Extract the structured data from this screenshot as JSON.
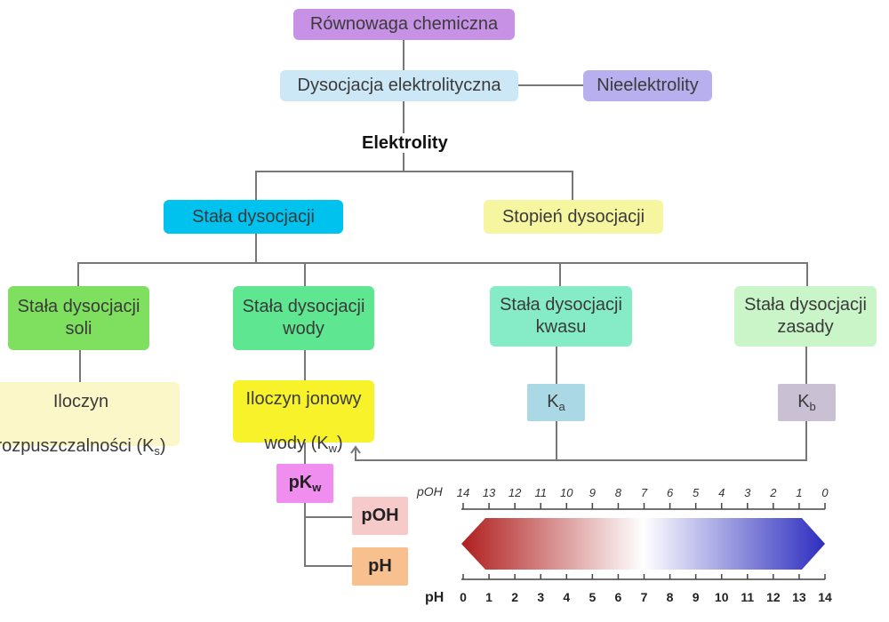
{
  "nodes": {
    "rownowaga": {
      "label": "Równowaga chemiczna",
      "color": "#c792e6"
    },
    "dysocjacja": {
      "label": "Dysocjacja elektrolityczna",
      "color": "#cce8f7"
    },
    "nieelektrolity": {
      "label": "Nieelektrolity",
      "color": "#b8b0ee"
    },
    "elektrolity": {
      "label": "Elektrolity"
    },
    "stala_dysocjacji": {
      "label": "Stała dysocjacji",
      "color": "#00c2ee"
    },
    "stopien_dysocjacji": {
      "label": "Stopień dysocjacji",
      "color": "#f6f5a0"
    },
    "stala_soli": {
      "label": "Stała dysocjacji\nsoli",
      "color": "#7fe060"
    },
    "stala_wody": {
      "label": "Stała dysocjacji\nwody",
      "color": "#5fe690"
    },
    "stala_kwasu": {
      "label": "Stała dysocjacji\nkwasu",
      "color": "#86ecc8"
    },
    "stala_zasady": {
      "label": "Stała dysocjacji\nzasady",
      "color": "#c9f5c9"
    },
    "iloczyn_rozp": {
      "label_line1": "Iloczyn",
      "label_line2": "rozpuszczalności (K",
      "sub": "s",
      "tail": ")",
      "color": "#fbf7c8"
    },
    "iloczyn_jonowy": {
      "label_line1": "Iloczyn jonowy",
      "label_line2": "wody (K",
      "sub": "w",
      "tail": ")",
      "color": "#f7f22a"
    },
    "ka": {
      "main": "K",
      "sub": "a",
      "color": "#aad8e4"
    },
    "kb": {
      "main": "K",
      "sub": "b",
      "color": "#c9c0d4"
    },
    "pkw": {
      "main": "pK",
      "sub": "w",
      "color": "#f08ef0"
    },
    "poh": {
      "label": "pOH",
      "color": "#f7caca"
    },
    "ph": {
      "label": "pH",
      "color": "#f8c08e"
    }
  },
  "scale": {
    "poh_label": "pOH",
    "ph_label": "pH",
    "poh_ticks": [
      "14",
      "13",
      "12",
      "11",
      "10",
      "9",
      "8",
      "7",
      "6",
      "5",
      "4",
      "3",
      "2",
      "1",
      "0"
    ],
    "ph_ticks": [
      "0",
      "1",
      "2",
      "3",
      "4",
      "5",
      "6",
      "7",
      "8",
      "9",
      "10",
      "11",
      "12",
      "13",
      "14"
    ],
    "gradient_colors": [
      "#b01e1e",
      "#ffffff",
      "#2d2dbf"
    ]
  }
}
